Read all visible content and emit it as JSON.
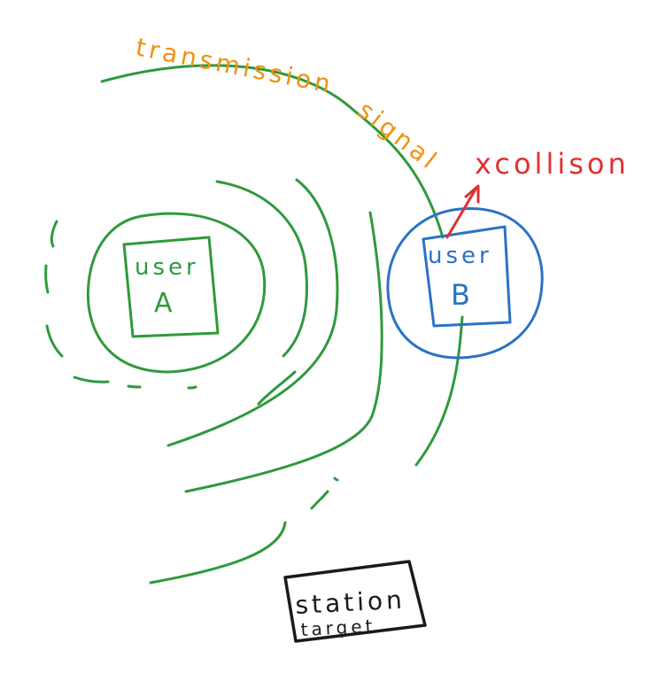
{
  "labels": {
    "transmission": "transmission",
    "signal": "signal",
    "collision": "xcollison",
    "user_a_line1": "user",
    "user_a_line2": "A",
    "user_b_line1": "user",
    "user_b_line2": "B",
    "station_line1": "station",
    "station_line2": "target"
  },
  "colors": {
    "signal_green": "#2f9a3c",
    "user_b_blue": "#2a73c4",
    "label_orange": "#f0920f",
    "collision_red": "#e0312f",
    "station_black": "#1a1a1a"
  }
}
